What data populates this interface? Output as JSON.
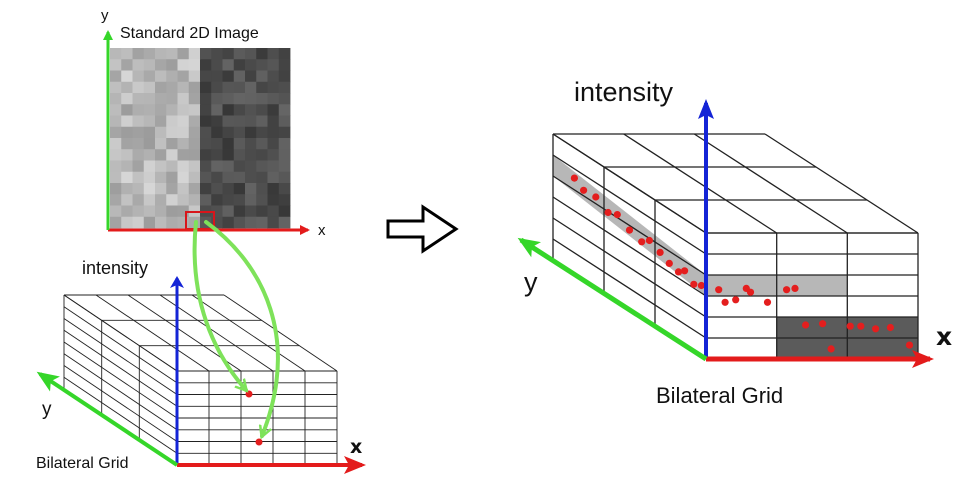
{
  "image_panel": {
    "title": "Standard 2D Image",
    "axis_x": "x",
    "axis_y": "y"
  },
  "small_grid": {
    "intensity_label": "intensity",
    "axis_x": "x",
    "axis_y": "y",
    "caption": "Bilateral Grid"
  },
  "large_grid": {
    "intensity_label": "intensity",
    "axis_x": "x",
    "axis_y": "y",
    "caption": "Bilateral Grid"
  },
  "colors": {
    "axis_x": "#e31b1b",
    "axis_y": "#35d629",
    "axis_intensity": "#1424d6",
    "point": "#e41e1e",
    "highlight_green": "#7ee25a",
    "light_band": "#b7b7b7",
    "dark_band": "#5b5b5b",
    "grid_line": "#222222"
  },
  "icons": {
    "transform_arrow": "right-arrow-outline-icon"
  }
}
